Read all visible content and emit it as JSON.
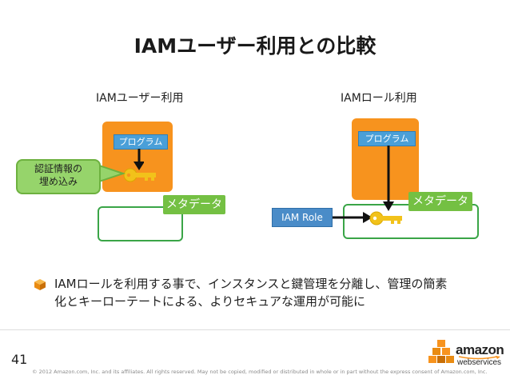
{
  "title": "IAMユーザー利用との比較",
  "left": {
    "heading": "IAMユーザー利用",
    "program_label": "プログラム",
    "bubble_line1": "認証情報の",
    "bubble_line2": "埋め込み",
    "metadata_label": "メタデータ"
  },
  "right": {
    "heading": "IAMロール利用",
    "program_label": "プログラム",
    "metadata_label": "メタデータ",
    "role_label": "IAM Role"
  },
  "bullet": {
    "line1": "IAMロールを利用する事で、インスタンスと鍵管理を分離し、管理の簡素",
    "line2": "化とキーローテートによる、よりセキュアな運用が可能に"
  },
  "footer": {
    "page_number": "41",
    "copyright": "© 2012 Amazon.com, Inc. and its affiliates.  All rights reserved.  May not be copied, modified or distributed in whole or in part without the express consent of Amazon.com, Inc.",
    "logo_amazon": "amazon",
    "logo_ws": "webservices"
  },
  "colors": {
    "orange": "#f7931e",
    "blue": "#4a9fd8",
    "green": "#74c043",
    "box_border": "#3aa547",
    "key": "#f2c21a"
  }
}
